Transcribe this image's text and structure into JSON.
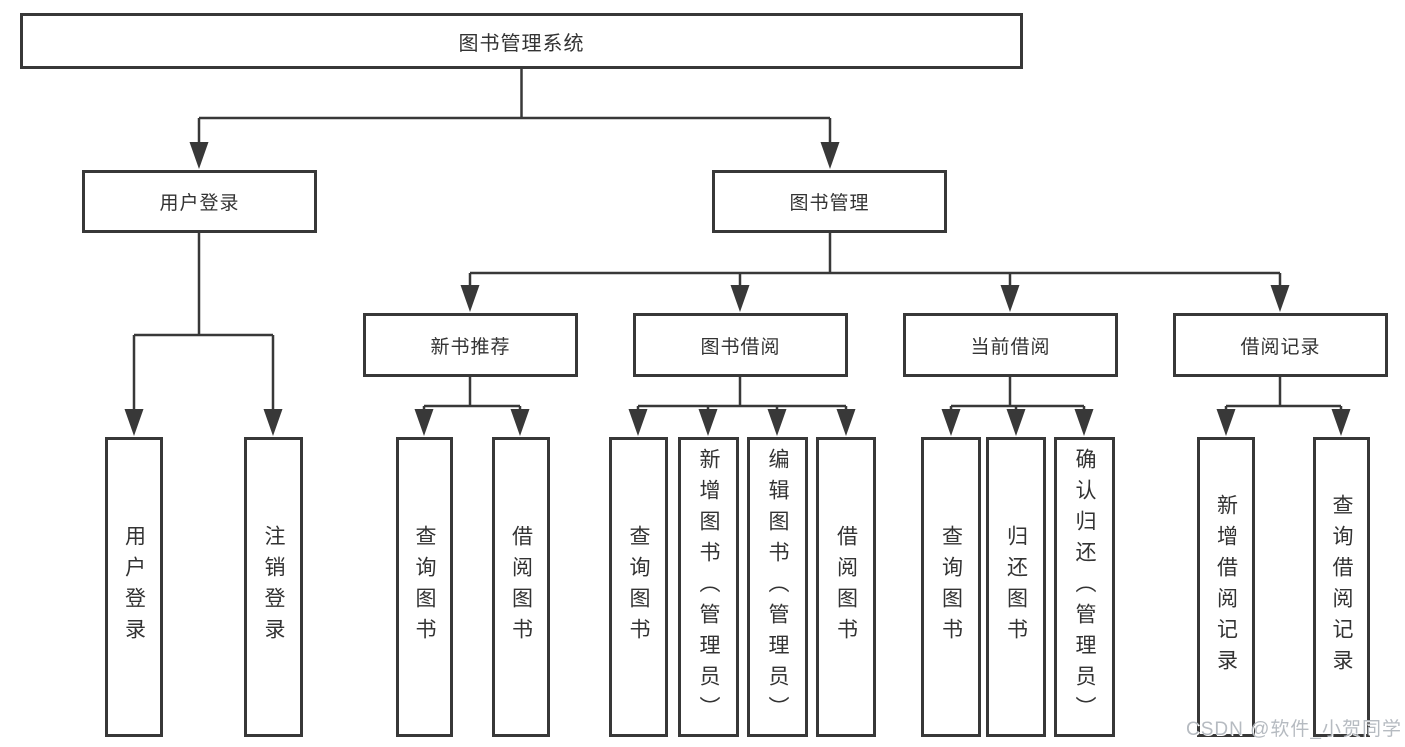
{
  "diagram": {
    "title_node": {
      "label": "图书管理系统"
    },
    "level2": [
      {
        "id": "user-login",
        "label": "用户登录"
      },
      {
        "id": "book-management",
        "label": "图书管理"
      }
    ],
    "level3": [
      {
        "id": "new-book-recommend",
        "label": "新书推荐",
        "parent": "图书管理"
      },
      {
        "id": "book-borrow",
        "label": "图书借阅",
        "parent": "图书管理"
      },
      {
        "id": "current-borrow",
        "label": "当前借阅",
        "parent": "图书管理"
      },
      {
        "id": "borrow-records",
        "label": "借阅记录",
        "parent": "图书管理"
      }
    ],
    "leaves": [
      {
        "id": "user-login",
        "label": "用户登录",
        "parent": "用户登录"
      },
      {
        "id": "logout",
        "label": "注销登录",
        "parent": "用户登录"
      },
      {
        "id": "query-books-recommend",
        "label": "查询图书",
        "parent": "新书推荐"
      },
      {
        "id": "borrow-books-recommend",
        "label": "借阅图书",
        "parent": "新书推荐"
      },
      {
        "id": "query-books-borrow",
        "label": "查询图书",
        "parent": "图书借阅"
      },
      {
        "id": "add-book-admin",
        "label": "新增图书（管理员）",
        "parent": "图书借阅"
      },
      {
        "id": "edit-book-admin",
        "label": "编辑图书（管理员）",
        "parent": "图书借阅"
      },
      {
        "id": "borrow-books",
        "label": "借阅图书",
        "parent": "图书借阅"
      },
      {
        "id": "query-books-current",
        "label": "查询图书",
        "parent": "当前借阅"
      },
      {
        "id": "return-book",
        "label": "归还图书",
        "parent": "当前借阅"
      },
      {
        "id": "confirm-return-admin",
        "label": "确认归还（管理员）",
        "parent": "当前借阅"
      },
      {
        "id": "add-borrow-record",
        "label": "新增借阅记录",
        "parent": "借阅记录"
      },
      {
        "id": "query-borrow-record",
        "label": "查询借阅记录",
        "parent": "借阅记录"
      }
    ],
    "line_color": "#383838",
    "box_background": "#ffffff",
    "text_color": "#333333"
  },
  "watermark": {
    "text": "CSDN @软件_小贺同学"
  }
}
